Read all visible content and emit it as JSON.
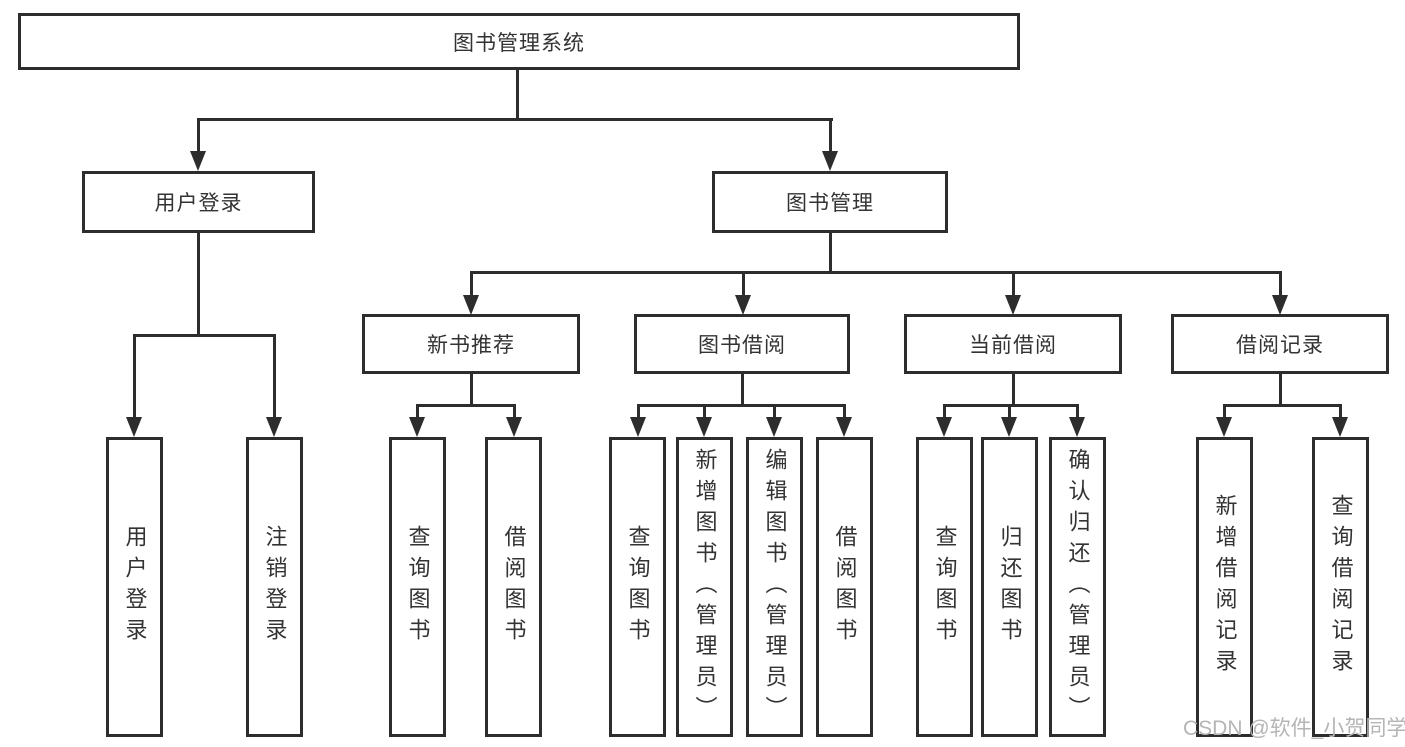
{
  "diagram": {
    "root": {
      "label": "图书管理系统"
    },
    "level1": [
      {
        "label": "用户登录"
      },
      {
        "label": "图书管理"
      }
    ],
    "level2": [
      {
        "label": "新书推荐"
      },
      {
        "label": "图书借阅"
      },
      {
        "label": "当前借阅"
      },
      {
        "label": "借阅记录"
      }
    ],
    "leaves": [
      {
        "label": "用户登录"
      },
      {
        "label": "注销登录"
      },
      {
        "label": "查询图书"
      },
      {
        "label": "借阅图书"
      },
      {
        "label": "查询图书"
      },
      {
        "label": "新增图书（管理员）"
      },
      {
        "label": "编辑图书（管理员）"
      },
      {
        "label": "借阅图书"
      },
      {
        "label": "查询图书"
      },
      {
        "label": "归还图书"
      },
      {
        "label": "确认归还（管理员）"
      },
      {
        "label": "新增借阅记录"
      },
      {
        "label": "查询借阅记录"
      }
    ]
  },
  "watermark": {
    "text": "CSDN @软件_小贺同学"
  },
  "colors": {
    "line": "#2d2d2d",
    "text": "#333333",
    "watermark": "#b5b5b5",
    "background": "#ffffff"
  }
}
